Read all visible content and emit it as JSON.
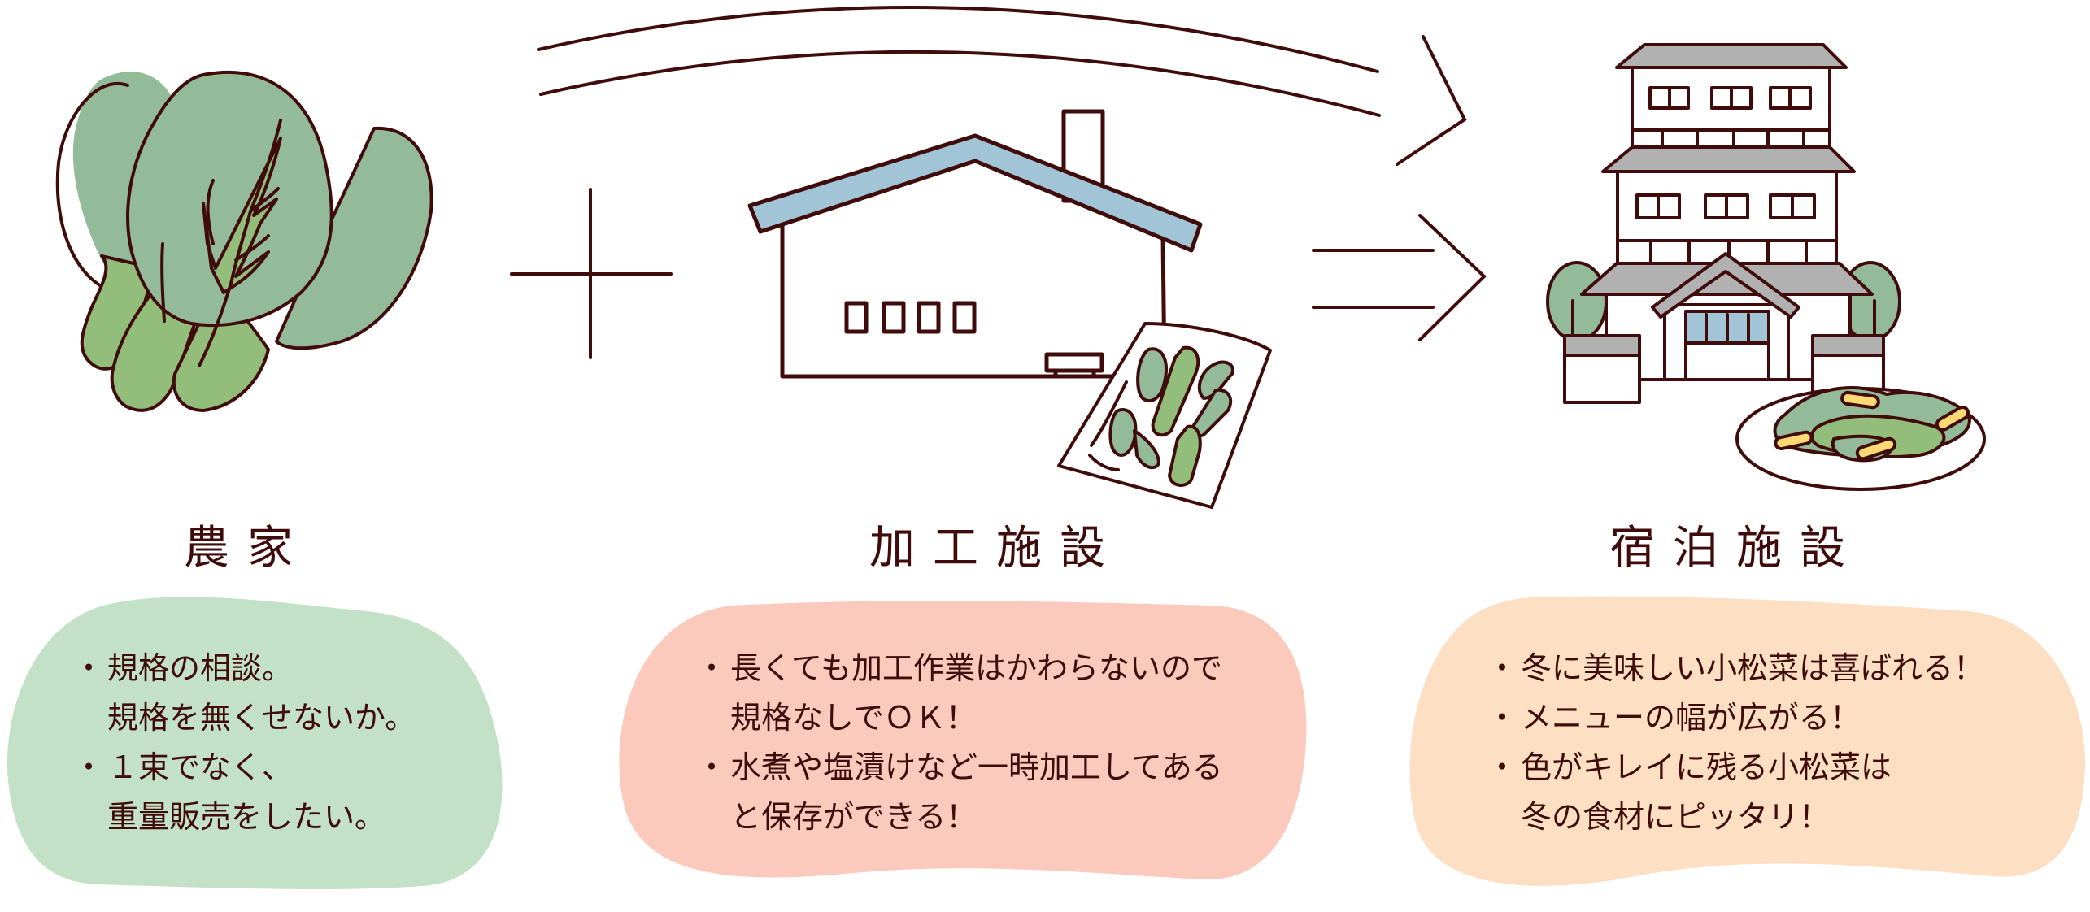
{
  "colors": {
    "ink": "#3f0b0b",
    "leaf_green": "#93bb99",
    "stem_green": "#93bd7a",
    "roof_blue": "#a1c5d7",
    "roof_gray": "#b1b1b1",
    "accent_yellow": "#fcd975",
    "bubble_farmer": "#c2e1c7",
    "bubble_processing": "#fcc9bd",
    "bubble_lodging": "#fde0c3"
  },
  "diagram": {
    "connectors": [
      {
        "type": "plus",
        "between": [
          "farmer",
          "processing"
        ]
      },
      {
        "type": "double-arrow",
        "from": "processing",
        "to": "lodging"
      },
      {
        "type": "curved-double-arrow",
        "from": "farmer",
        "to": "lodging"
      }
    ]
  },
  "nodes": {
    "farmer": {
      "label": "農家",
      "illustration": "komatsuna-bunch",
      "bullet": "・",
      "lines": [
        {
          "bullet": true,
          "text": "規格の相談。"
        },
        {
          "bullet": false,
          "text": "規格を無くせないか。"
        },
        {
          "bullet": true,
          "text": "１束でなく、"
        },
        {
          "bullet": false,
          "text": "重量販売をしたい。"
        }
      ]
    },
    "processing": {
      "label": "加工施設",
      "illustration": "processing-house-with-tray",
      "bullet": "・",
      "lines": [
        {
          "bullet": true,
          "text": "長くても加工作業はかわらないので"
        },
        {
          "bullet": false,
          "text": "規格なしでＯＫ！"
        },
        {
          "bullet": true,
          "text": "水煮や塩漬けなど一時加工してある"
        },
        {
          "bullet": false,
          "text": "と保存ができる！"
        }
      ]
    },
    "lodging": {
      "label": "宿泊施設",
      "illustration": "hotel-with-dish",
      "bullet": "・",
      "lines": [
        {
          "bullet": true,
          "text": "冬に美味しい小松菜は喜ばれる！"
        },
        {
          "bullet": true,
          "text": "メニューの幅が広がる！"
        },
        {
          "bullet": true,
          "text": "色がキレイに残る小松菜は"
        },
        {
          "bullet": false,
          "text": "冬の食材にピッタリ！"
        }
      ]
    }
  }
}
